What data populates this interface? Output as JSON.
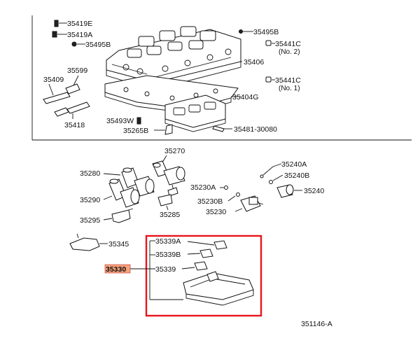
{
  "diagram_id": "351146-A",
  "upper_labels": {
    "p35419E": "35419E",
    "p35419A": "35419A",
    "p35495B_left": "35495B",
    "p35495B_right": "35495B",
    "p35441C_2": "35441C",
    "p35441C_2_note": "(No. 2)",
    "p35599": "35599",
    "p35409": "35409",
    "p35406": "35406",
    "p35441C_1": "35441C",
    "p35441C_1_note": "(No. 1)",
    "p35404G": "35404G",
    "p35418": "35418",
    "p35493W": "35493W",
    "p35265B": "35265B",
    "p35481": "35481-30080"
  },
  "lower_labels": {
    "p35270": "35270",
    "p35280": "35280",
    "p35240A": "35240A",
    "p35240B": "35240B",
    "p35240": "35240",
    "p35230A": "35230A",
    "p35290": "35290",
    "p35230B": "35230B",
    "p35230": "35230",
    "p35285": "35285",
    "p35295": "35295",
    "p35345": "35345"
  },
  "callout": {
    "highlighted_part": "35330",
    "p35339A": "35339A",
    "p35339B": "35339B",
    "p35339": "35339",
    "highlight_color": "#e8141b",
    "tag_color": "#f7a27a"
  }
}
